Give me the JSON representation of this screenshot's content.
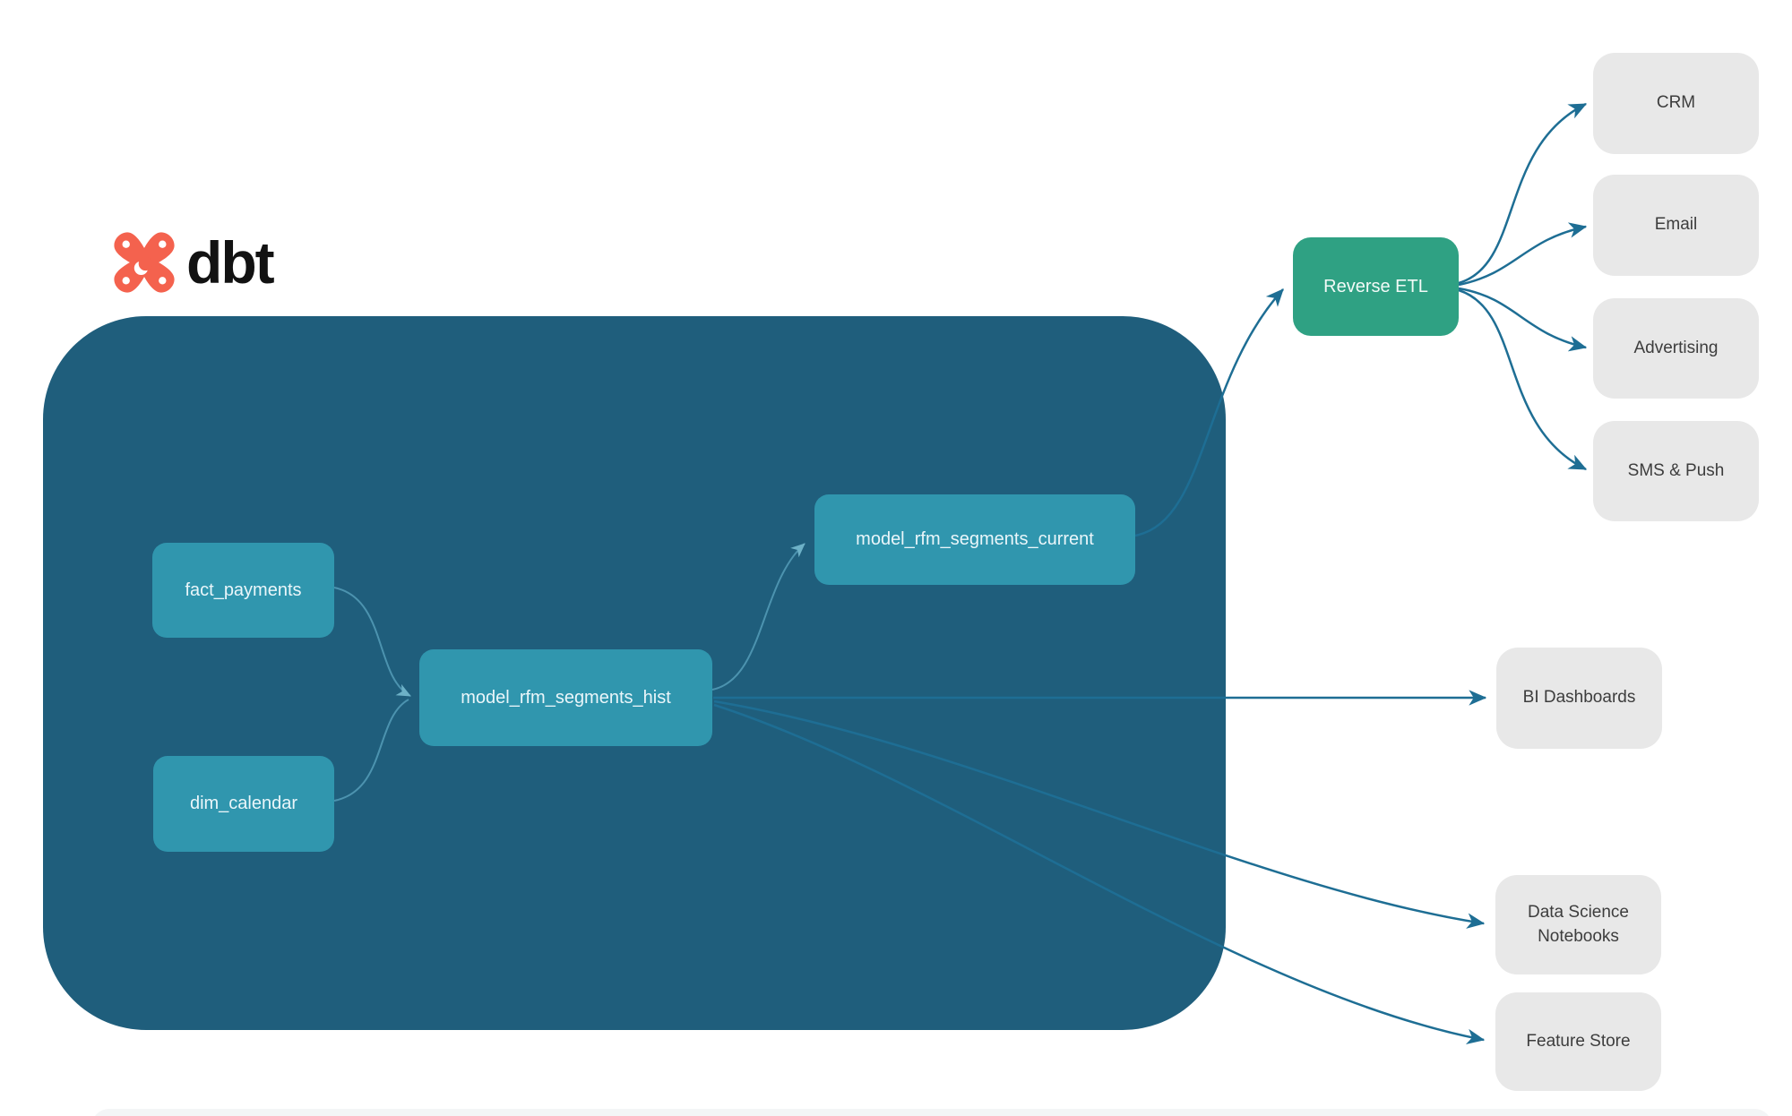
{
  "logo": {
    "wordmark": "dbt"
  },
  "colors": {
    "container": "#1f5e7c",
    "model_node": "#3096ae",
    "reverse_etl": "#2fa183",
    "end_box": "#e8e8e8",
    "edge_dark": "#1e6e94",
    "edge_light": "#4c93af",
    "logo_coral": "#f4624e"
  },
  "pipeline": {
    "nodes": [
      {
        "id": "fact_payments",
        "label": "fact_payments"
      },
      {
        "id": "dim_calendar",
        "label": "dim_calendar"
      },
      {
        "id": "model_rfm_segments_hist",
        "label": "model_rfm_segments_hist"
      },
      {
        "id": "model_rfm_segments_current",
        "label": "model_rfm_segments_current"
      }
    ]
  },
  "reverse_etl": {
    "label": "Reverse ETL"
  },
  "destinations": [
    {
      "label": "CRM"
    },
    {
      "label": "Email"
    },
    {
      "label": "Advertising"
    },
    {
      "label": "SMS & Push"
    }
  ],
  "consumers": [
    {
      "label": "BI Dashboards"
    },
    {
      "label": "Data Science Notebooks"
    },
    {
      "label": "Feature Store"
    }
  ],
  "edges": [
    {
      "from": "fact_payments",
      "to": "model_rfm_segments_hist"
    },
    {
      "from": "dim_calendar",
      "to": "model_rfm_segments_hist"
    },
    {
      "from": "model_rfm_segments_hist",
      "to": "model_rfm_segments_current"
    },
    {
      "from": "model_rfm_segments_current",
      "to": "Reverse ETL"
    },
    {
      "from": "Reverse ETL",
      "to": "CRM"
    },
    {
      "from": "Reverse ETL",
      "to": "Email"
    },
    {
      "from": "Reverse ETL",
      "to": "Advertising"
    },
    {
      "from": "Reverse ETL",
      "to": "SMS & Push"
    },
    {
      "from": "model_rfm_segments_hist",
      "to": "BI Dashboards"
    },
    {
      "from": "model_rfm_segments_hist",
      "to": "Data Science Notebooks"
    },
    {
      "from": "model_rfm_segments_hist",
      "to": "Feature Store"
    }
  ]
}
